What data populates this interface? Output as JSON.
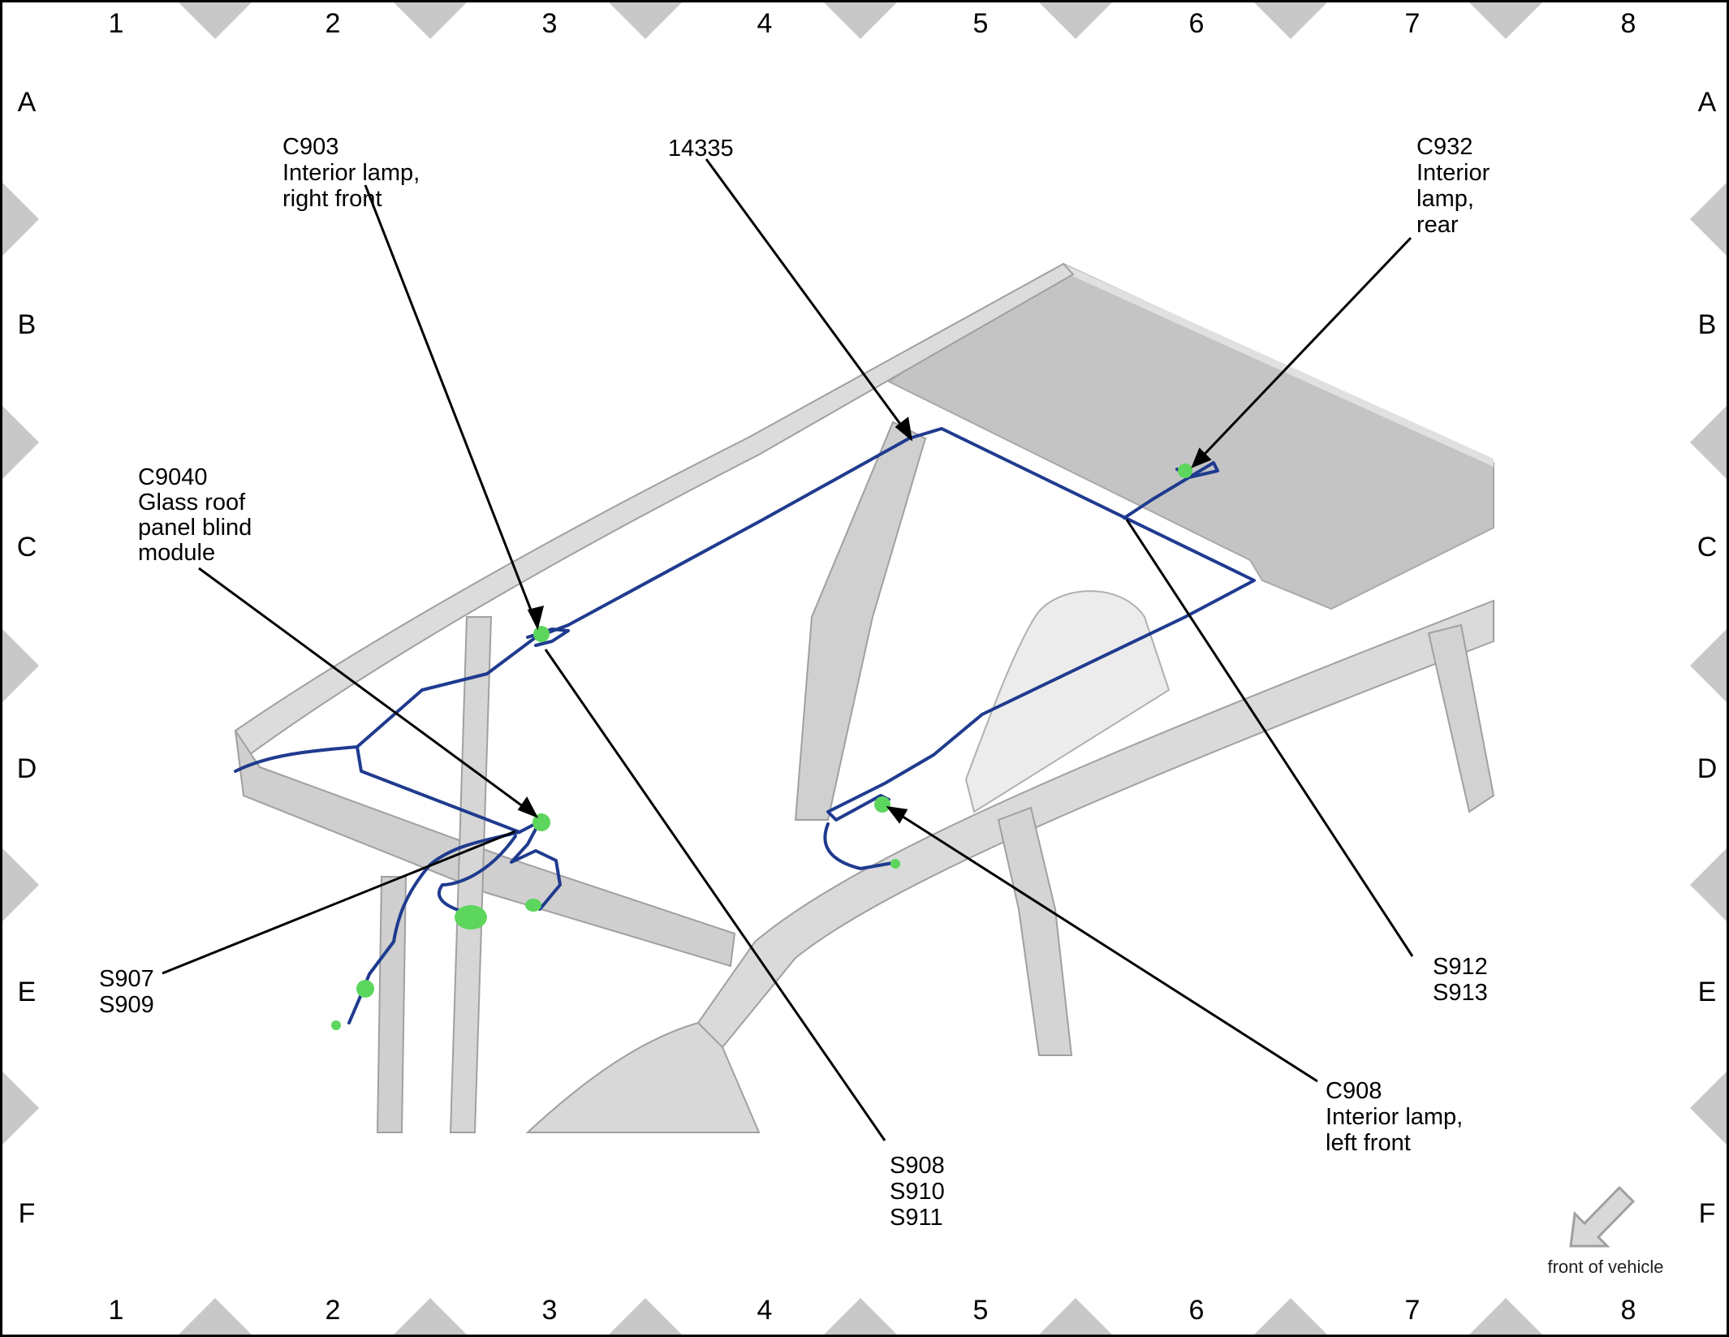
{
  "grid": {
    "columns": [
      "1",
      "2",
      "3",
      "4",
      "5",
      "6",
      "7",
      "8"
    ],
    "rows": [
      "A",
      "B",
      "C",
      "D",
      "E",
      "F"
    ]
  },
  "callouts": {
    "c903": [
      "C903",
      "Interior lamp,",
      "right front"
    ],
    "part": [
      "14335"
    ],
    "c932": [
      "C932",
      "Interior",
      "lamp,",
      "rear"
    ],
    "c9040": [
      "C9040",
      "Glass roof",
      "panel blind",
      "module"
    ],
    "s907": [
      "S907",
      "S909"
    ],
    "s908": [
      "S908",
      "S910",
      "S911"
    ],
    "s912": [
      "S912",
      "S913"
    ],
    "c908": [
      "C908",
      "Interior lamp,",
      "left front"
    ]
  },
  "orientation": {
    "label": "front of vehicle"
  },
  "colors": {
    "harness": "#1f3b8f",
    "connector": "#5cd65c",
    "body": "#d4d4d4",
    "leader": "#000000"
  }
}
